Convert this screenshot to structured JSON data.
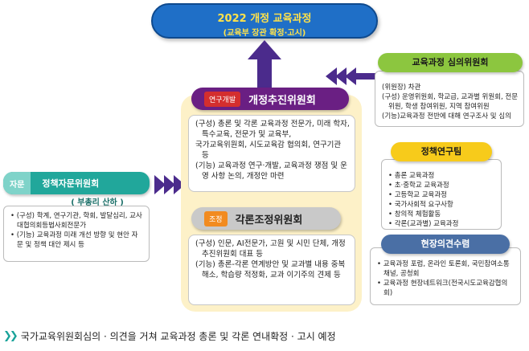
{
  "top_banner": {
    "title": "2022 개정 교육과정",
    "subtitle": "(교육부 장관 확정·고시)"
  },
  "promotion_committee": {
    "tag": "연구개발",
    "title": "개정추진위원회",
    "items": [
      "(구성) 총론 및 각론 교육과정 전문가, 미래 학자, 특수교육, 전문가 및 교육부,",
      "국가교육위원회, 시도교육감 협의회, 연구기관 등",
      "(기능) 교육과정 연구·개발, 교육과정 쟁점 및 운영 사항 논의, 개정안 마련"
    ]
  },
  "coordination_committee": {
    "tag": "조정",
    "title": "각론조정위원회",
    "items": [
      "(구성) 인문, AI전문가, 고원 및 시민 단체, 개정추진위원회 대표 등",
      "(기능) 총론-각론 연계방안 및 교과별 내용 중복 해소, 학습량 적정화, 교과 이기주의 견제 등"
    ]
  },
  "deliberation_committee": {
    "title": "교육과정 심의위원회",
    "items": [
      "(위원장) 차관",
      "(구성) 운영위원회, 학교급, 교과별 위원회, 전문위원, 학생 참여위원, 지역 참여위원",
      "(기능)교육과정 전반에 대해 연구조사 및 심의"
    ]
  },
  "policy_team": {
    "title": "정책연구팀",
    "items": [
      "총론 교육과정",
      "초·중학교 교육과정",
      "고등학교 교육과정",
      "국가사회적 요구사항",
      "창의적 체험활동",
      "각론(교과별) 교육과정"
    ]
  },
  "field_opinion": {
    "title": "현장의견수렴",
    "items": [
      "교육과정 포럼, 온라인 토론회, 국민참여소통채널, 공청회",
      "교육과정 현장네트워크(전국시도교육감협의회)"
    ]
  },
  "advisory_committee": {
    "tag": "자문",
    "title": "정책자문위원회",
    "subtitle": "( 부총리 산하 )",
    "items": [
      "(구성) 학계, 연구기관, 학회, 발달심리, 교사대협의회등법사회전문가",
      "(기능) 교육과정 미래 개선 방향 및 현안 자문 및 정책 대안 제시 등"
    ]
  },
  "footer": {
    "text": "국가교육위원회심의 · 의견을 거쳐 교육과정 총론 및 각론 연내확정 · 고시 예정"
  },
  "colors": {
    "banner": "#1f6fc7",
    "banner_text": "#ffe24a",
    "purple": "#6a1f83",
    "panel": "#fdf1c8",
    "green": "#8cc63f",
    "yellow": "#f7cb1b",
    "slate_blue": "#4a6fa5",
    "teal": "#21a79b",
    "arrow": "#4b2b8c"
  }
}
